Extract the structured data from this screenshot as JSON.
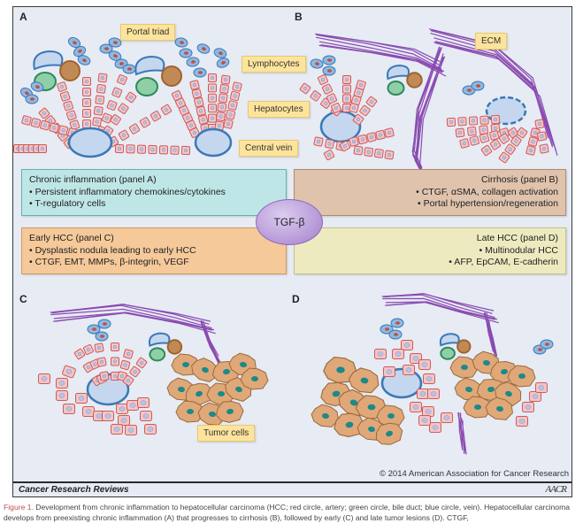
{
  "panels": {
    "a": {
      "letter": "A"
    },
    "b": {
      "letter": "B"
    },
    "c": {
      "letter": "C"
    },
    "d": {
      "letter": "D"
    }
  },
  "labels": {
    "portal_triad": "Portal triad",
    "lymphocytes": "Lymphocytes",
    "hepatocytes": "Hepatocytes",
    "central_vein": "Central vein",
    "ecm": "ECM",
    "tumor_cells": "Tumor cells"
  },
  "stages": [
    {
      "title": "Chronic inflammation (panel A)",
      "bullets": [
        "• Persistent inflammatory chemokines/cytokines",
        "• T-regulatory cells"
      ]
    },
    {
      "title": "Cirrhosis (panel B)",
      "bullets": [
        "• CTGF, αSMA, collagen activation",
        "• Portal hypertension/regeneration"
      ]
    },
    {
      "title": "Early HCC (panel C)",
      "bullets": [
        "• Dysplastic nodula leading to early HCC",
        "• CTGF, EMT, MMPs, β-integrin, VEGF"
      ]
    },
    {
      "title": "Late HCC (panel D)",
      "bullets": [
        "• Multinodular HCC",
        "• AFP, EpCAM, E-cadherin"
      ]
    }
  ],
  "center_node": "TGF-β",
  "copyright": "© 2014 American Association for Cancer Research",
  "journal": "Cancer Research Reviews",
  "publisher_logo": "AACR",
  "caption": {
    "figure_label": "Figure 1.",
    "text": " Development from chronic inflammation to hepatocellular carcinoma (HCC; red circle, artery; green circle, bile duct; blue circle, vein). Hepatocellular carcinoma develops from preexisting chronic inflammation (A) that progresses to cirrhosis (B), followed by early (C) and late tumor lesions (D). CTGF,"
  },
  "colors": {
    "artery": "#a0632e",
    "bile_duct": "#2e8a5a",
    "vein": "#3b78b8",
    "hepatocyte": "#d05a5a",
    "ecm": "#8a4ab0",
    "tumor": "#e0a878"
  }
}
